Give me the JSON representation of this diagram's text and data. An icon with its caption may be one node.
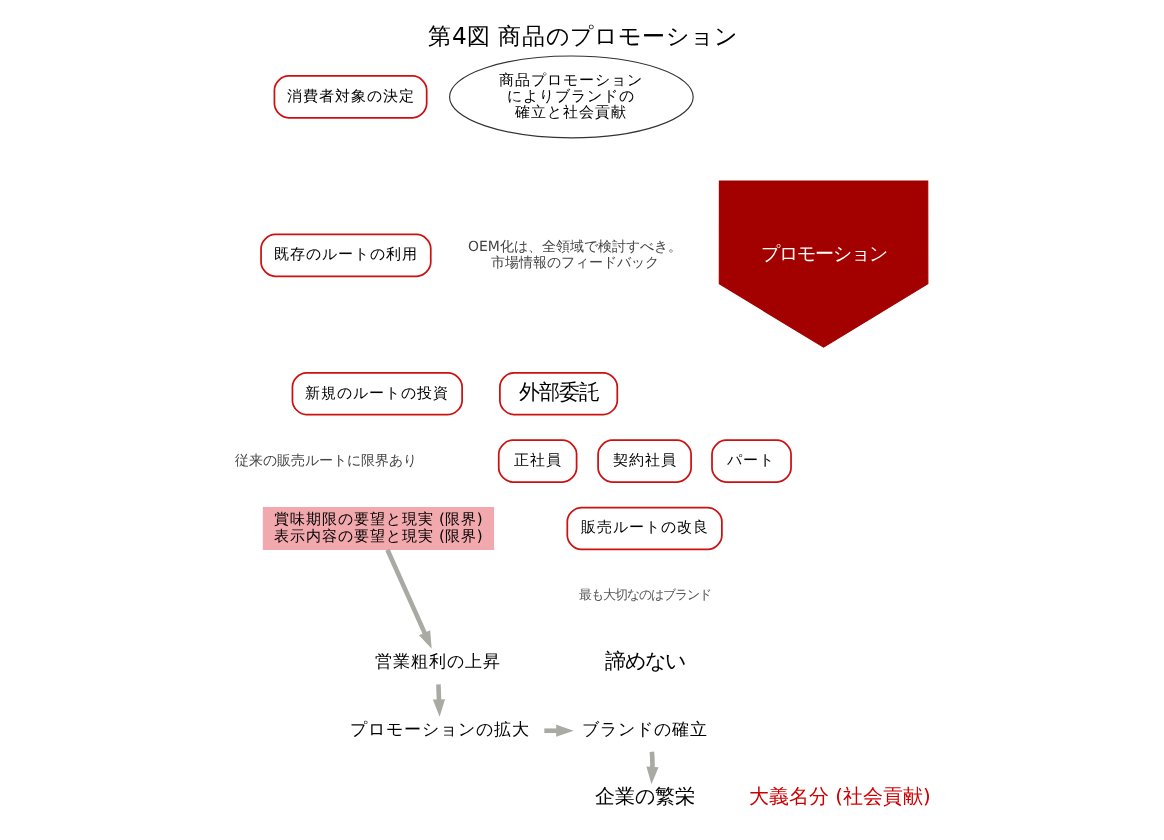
{
  "diagram": {
    "title": "第4図 商品のプロモーション",
    "nodes": [
      {
        "text": [
          "消費者対象の決定"
        ]
      },
      {
        "text": [
          "既存のルートの利用"
        ]
      },
      {
        "text": [
          "新規のルートの投資"
        ]
      },
      {
        "text": [
          "正社員"
        ]
      },
      {
        "text": [
          "契約社員"
        ]
      },
      {
        "text": [
          "パート"
        ]
      },
      {
        "text": [
          "販売ルートの改良"
        ]
      },
      {
        "text": [
          "プロモーション"
        ]
      },
      {
        "text": [
          "商品プロモーションによりブランドの確立と社会貢献"
        ]
      },
      {
        "text": [
          "外部委託"
        ]
      },
      {
        "text": [
          "賞味期限の要望と現実 (限界)表示内容の要望と現実 (限界)"
        ]
      },
      {
        "text": [
          "営業粗利の上昇"
        ]
      },
      {
        "text": [
          "プロモーションの拡大"
        ]
      },
      {
        "text": [
          "ブランドの確立"
        ]
      },
      {
        "text": [
          "企業の繁栄"
        ]
      }
    ],
    "edges": [
      {
        "from": 10,
        "to": 11,
        "arrow": "to"
      },
      {
        "from": 11,
        "to": 12,
        "arrow": "to"
      },
      {
        "from": 12,
        "to": 13,
        "arrow": "to"
      },
      {
        "from": 13,
        "to": 14,
        "arrow": "to"
      }
    ],
    "labels": [
      "OEM化は、全領域で検討すべき。市場情報のフィードバック",
      "従来の販売ルートに限界あり",
      "最も大切なのはブランド",
      "諦めない",
      "大義名分 (社会貢献)"
    ]
  }
}
